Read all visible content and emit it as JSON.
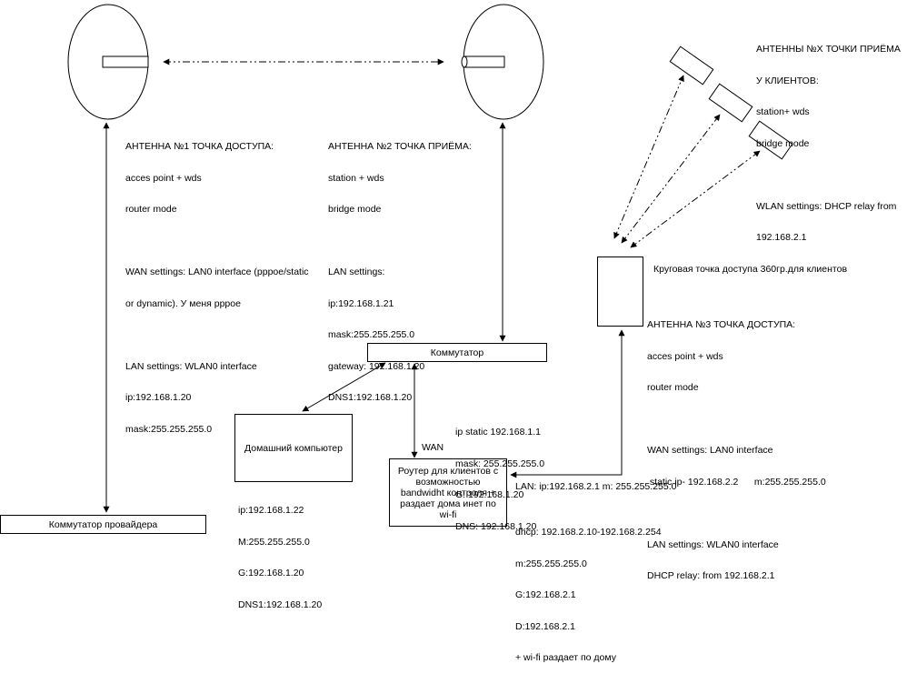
{
  "antenna1": {
    "title": "АНТЕННА №1 ТОЧКА ДОСТУПА:",
    "lines": [
      "acces point + wds",
      "router mode",
      "",
      "WAN settings: LAN0 interface (pppoe/static",
      "or dynamic). У меня pppoe",
      "",
      "LAN settings: WLAN0 interface",
      "ip:192.168.1.20",
      "mask:255.255.255.0"
    ]
  },
  "antenna2": {
    "title": "АНТЕННА №2 ТОЧКА ПРИЁМА:",
    "lines": [
      "station + wds",
      "bridge mode",
      "",
      "LAN settings:",
      "ip:192.168.1.21",
      "mask:255.255.255.0",
      "gateway: 192.168.1.20",
      "DNS1:192.168.1.20"
    ]
  },
  "antennaX": {
    "title": "АНТЕННЫ №Х ТОЧКИ ПРИЁМА",
    "lines": [
      "У КЛИЕНТОВ:",
      "station+ wds",
      "bridge mode",
      "",
      "WLAN settings: DHCP relay from",
      "192.168.2.1"
    ]
  },
  "antenna3": {
    "caption": "Круговая точка доступа 360гр.для клиентов",
    "title": "АНТЕННА №3 ТОЧКА ДОСТУПА:",
    "lines": [
      "acces point + wds",
      "router mode",
      "",
      "WAN settings: LAN0 interface",
      " static ip- 192.168.2.2      m:255.255.255.0",
      "",
      "LAN settings: WLAN0 interface",
      "DHCP relay: from 192.168.2.1"
    ]
  },
  "switch": {
    "label": "Коммутатор"
  },
  "provider_switch": {
    "label": "Коммутатор провайдера"
  },
  "home_pc": {
    "label": "Домашний компьютер",
    "lines": [
      "ip:192.168.1.22",
      "M:255.255.255.0",
      "G:192.168.1.20",
      "DNS1:192.168.1.20"
    ]
  },
  "router": {
    "label": "Роутер для клиентов с возможностью bandwidht контроля + раздает дома инет по wi-fi",
    "wan_label": "WAN",
    "wan_lines": [
      "ip static 192.168.1.1",
      "mask: 255.255.255.0",
      "G: 192.168.1.20",
      "DNS: 192.168.1.20"
    ],
    "lan_line": "LAN: ip:192.168.2.1 m: 255.255.255.0",
    "dhcp_lines": [
      "dhcp: 192.168.2.10-192.168.2.254",
      "m:255.255.255.0",
      "G:192.168.2.1",
      "D:192.168.2.1",
      "+ wi-fi раздает по дому"
    ]
  }
}
